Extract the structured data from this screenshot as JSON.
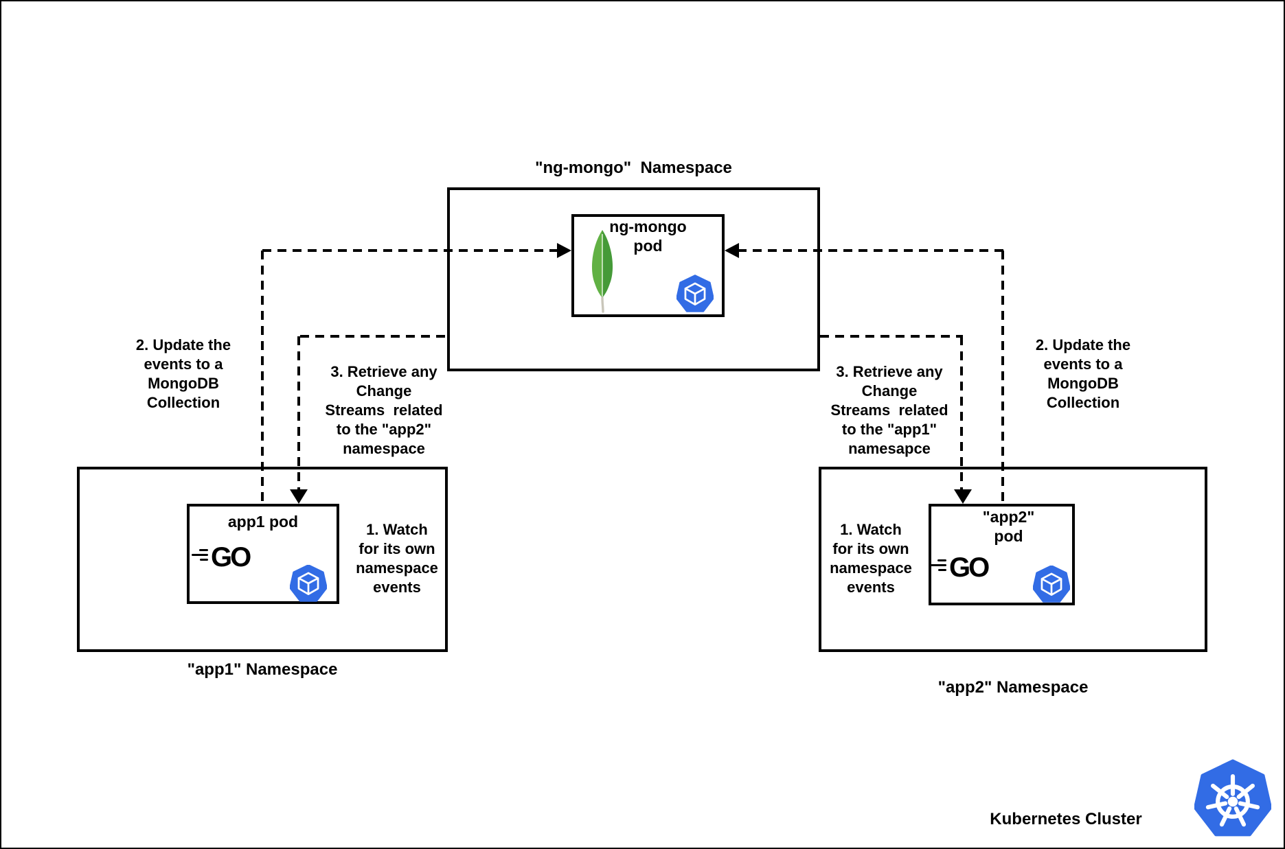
{
  "ng_mongo_namespace": {
    "title": "\"ng-mongo\"  Namespace",
    "pod_label_line1": "ng-mongo",
    "pod_label_line2": "pod"
  },
  "app1_namespace": {
    "label": "\"app1\" Namespace",
    "pod_label": "app1 pod"
  },
  "app2_namespace": {
    "label": "\"app2\" Namespace",
    "pod_label_line1": "\"app2\"",
    "pod_label_line2": "pod"
  },
  "annotations": {
    "left_update": [
      "2. Update the",
      "events to a",
      "MongoDB",
      "Collection"
    ],
    "left_retrieve": [
      "3. Retrieve any",
      "Change",
      "Streams  related",
      "to the \"app2\"",
      "namespace"
    ],
    "left_watch": [
      "1. Watch",
      "for its own",
      "namespace",
      "events"
    ],
    "right_retrieve": [
      "3. Retrieve any",
      "Change",
      "Streams  related",
      "to the \"app1\"",
      "namesapce"
    ],
    "right_update": [
      "2. Update the",
      "events to a",
      "MongoDB",
      "Collection"
    ],
    "right_watch": [
      "1. Watch",
      "for its own",
      "namespace",
      "events"
    ]
  },
  "go_logo_text": "GO",
  "footer_label": "Kubernetes Cluster",
  "colors": {
    "kubernetes_blue": "#326CE5",
    "mongodb_green_light": "#61B144",
    "mongodb_green_dark": "#459A38",
    "mongodb_stem_gray": "#C9C6BA",
    "line_black": "#000000"
  }
}
